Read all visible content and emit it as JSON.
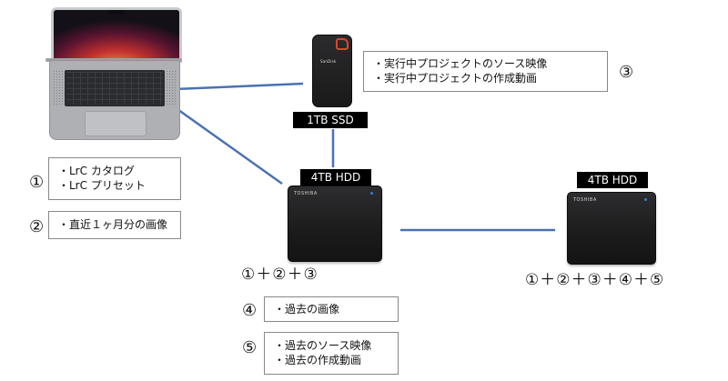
{
  "colors": {
    "connection_line": "#4a72b0",
    "ssd_accent": "#e0442a",
    "hdd_led": "#3a7bd9"
  },
  "icons": [
    "laptop-icon",
    "ssd-icon",
    "hdd-icon"
  ],
  "ssd": {
    "label": "1TB SSD",
    "brand": "SanDisk",
    "marker": "③",
    "items": [
      "・実行中プロジェクトのソース映像",
      "・実行中プロジェクトの作成動画"
    ]
  },
  "laptop": {
    "group1": {
      "marker": "①",
      "items": [
        "・LrC カタログ",
        "・LrC プリセット"
      ]
    },
    "group2": {
      "marker": "②",
      "items": [
        "・直近１ヶ月分の画像"
      ]
    }
  },
  "hdd_main": {
    "label": "4TB HDD",
    "brand": "TOSHIBA",
    "contents": "①＋②＋③",
    "group4": {
      "marker": "④",
      "items": [
        "・過去の画像"
      ]
    },
    "group5": {
      "marker": "⑤",
      "items": [
        "・過去のソース映像",
        "・過去の作成動画"
      ]
    }
  },
  "hdd_backup": {
    "label": "4TB HDD",
    "brand": "TOSHIBA",
    "contents": "①＋②＋③＋④＋⑤"
  }
}
